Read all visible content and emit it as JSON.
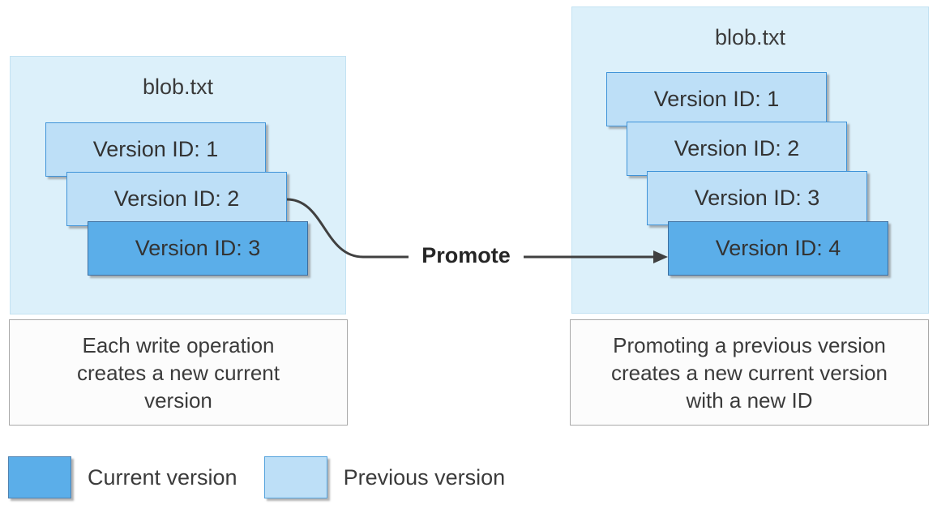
{
  "left_panel": {
    "title": "blob.txt",
    "versions": [
      {
        "label": "Version ID: 1",
        "state": "previous"
      },
      {
        "label": "Version ID: 2",
        "state": "previous"
      },
      {
        "label": "Version ID: 3",
        "state": "current"
      }
    ],
    "caption_lines": [
      "Each write operation",
      "creates a new current",
      "version"
    ]
  },
  "right_panel": {
    "title": "blob.txt",
    "versions": [
      {
        "label": "Version ID: 1",
        "state": "previous"
      },
      {
        "label": "Version ID: 2",
        "state": "previous"
      },
      {
        "label": "Version ID: 3",
        "state": "previous"
      },
      {
        "label": "Version ID: 4",
        "state": "current"
      }
    ],
    "caption_lines": [
      "Promoting a previous version",
      "creates a new current version",
      "with a new ID"
    ]
  },
  "promote": {
    "label": "Promote"
  },
  "legend": {
    "items": [
      {
        "label": "Current version",
        "type": "current"
      },
      {
        "label": "Previous version",
        "type": "previous"
      }
    ]
  },
  "colors": {
    "current_version_fill": "#5baee9",
    "previous_version_fill": "#bddff7",
    "container_fill": "#dcf0fa",
    "caption_fill": "#fcfcfc",
    "arrow": "#404040",
    "text": "#3b3b3b"
  }
}
